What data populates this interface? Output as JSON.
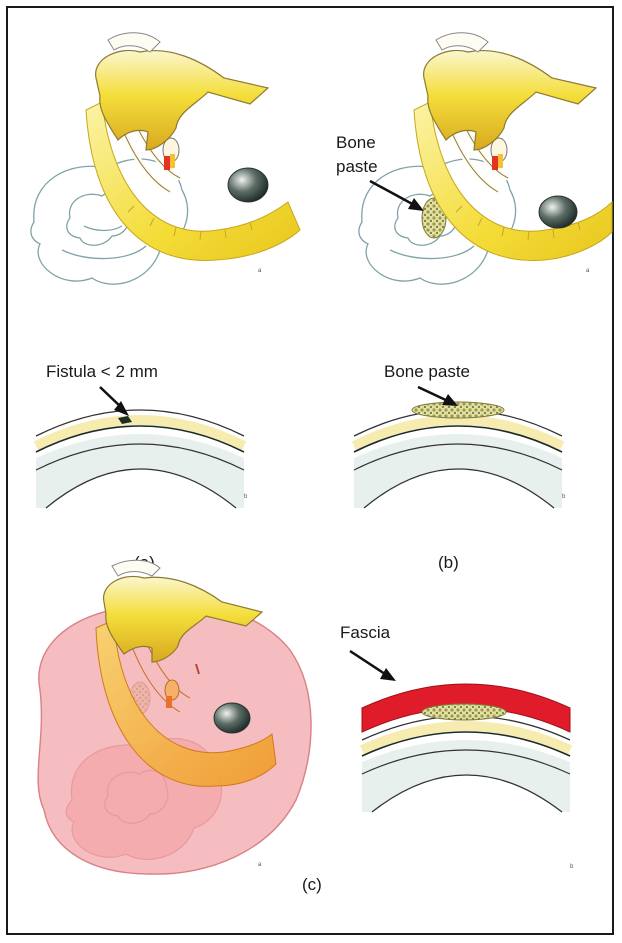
{
  "figure": {
    "labels": {
      "bone_paste_top_line1": "Bone",
      "bone_paste_top_line2": "paste",
      "fistula": "Fistula < 2 mm",
      "bone_paste_mid": "Bone paste",
      "fascia": "Fascia"
    },
    "captions": {
      "a": "(a)",
      "b": "(b)",
      "c": "(c)"
    },
    "panel_marks": {
      "upper": "a",
      "lower": "b"
    },
    "colors": {
      "bone": "#f3df3c",
      "nerve": "#f0cf33",
      "fistula": "#1aa8b8",
      "bone_paste": "#c9c37a",
      "fascia": "#e01c2a",
      "flap": "#f2a3a8",
      "membrane": "#f6ecb0",
      "tissue": "#e8f0ee"
    }
  }
}
